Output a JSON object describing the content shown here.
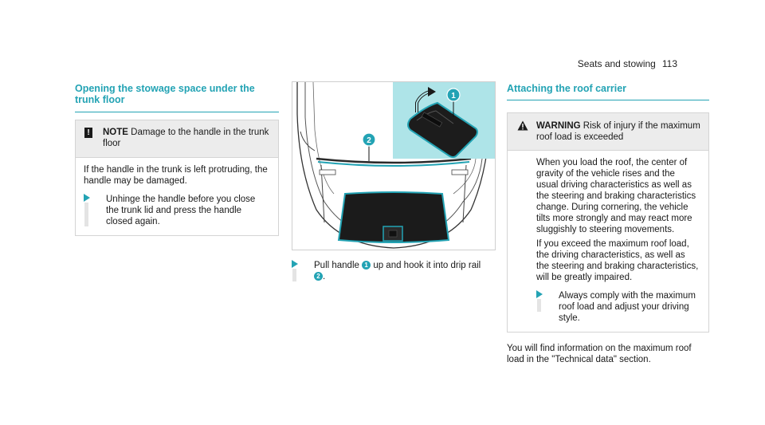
{
  "header": {
    "section": "Seats and stowing",
    "page": "113"
  },
  "left": {
    "title": "Opening the stowage space under the trunk floor",
    "note_label": "NOTE",
    "note_text": "Damage to the handle in the trunk floor",
    "body": "If the handle in the trunk is left protruding, the handle may be damaged.",
    "step": "Unhinge the handle before you close the trunk lid and press the handle closed again."
  },
  "figure": {
    "step_before": "Pull handle",
    "num1": "1",
    "step_mid": "up and hook it into drip rail",
    "num2": "2",
    "step_end": ".",
    "callout1": "1",
    "callout2": "2"
  },
  "right": {
    "title": "Attaching the roof carrier",
    "warning_label": "WARNING",
    "warning_text": "Risk of injury if the maximum roof load is exceeded",
    "para1": "When you load the roof, the center of gravity of the vehicle rises and the usual driving characteristics as well as the steering and braking characteristics change. During cornering, the vehicle tilts more strongly and may react more sluggishly to steering movements.",
    "para2": "If you exceed the maximum roof load, the driving characteristics, as well as the steering and braking characteristics, will be greatly impaired.",
    "step": "Always comply with the maximum roof load and adjust your driving style.",
    "footer": "You will find information on the maximum roof load in the \"Technical data\" section."
  },
  "colors": {
    "accent": "#23a3b4",
    "box_header": "#ececec",
    "inset_bg": "#aee4e8"
  },
  "icons": [
    "note-exclamation-icon",
    "warning-triangle-icon",
    "step-arrow-icon"
  ]
}
